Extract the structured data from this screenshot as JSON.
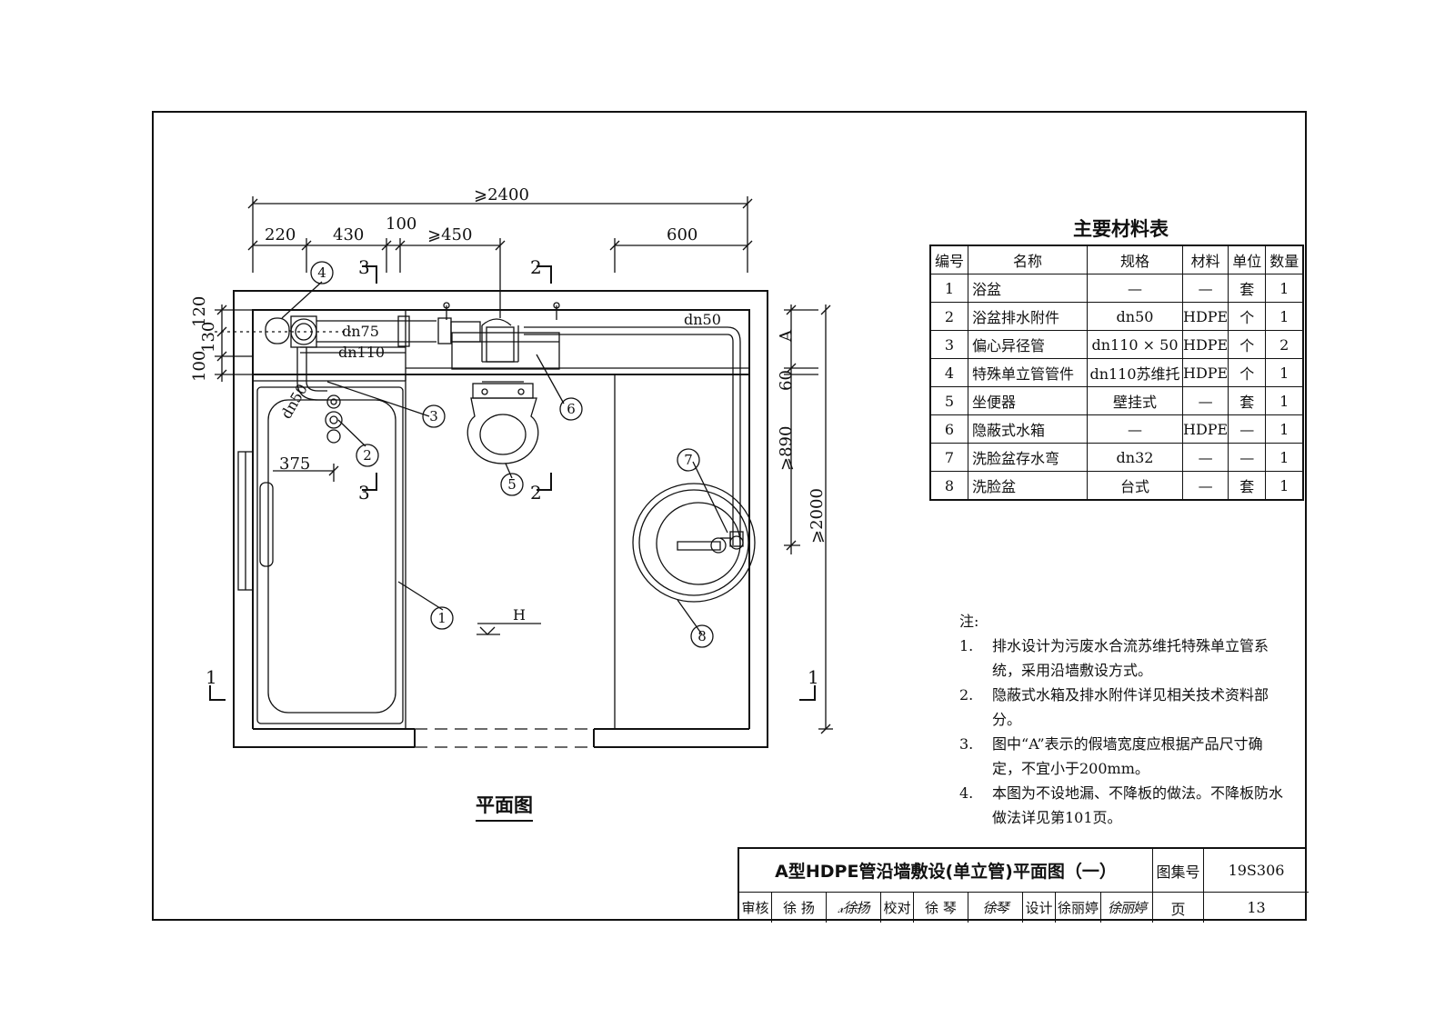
{
  "plan": {
    "dims": {
      "total": "⩾2400",
      "d220": "220",
      "d430": "430",
      "d100": "100",
      "d450": "⩾450",
      "d600": "600",
      "left120": "120",
      "left130": "130",
      "left100": "100",
      "d375": "375",
      "r60": "60",
      "r890": "⩾890",
      "r2000": "⩾2000",
      "rA": "A"
    },
    "pipes": {
      "dn75": "dn75",
      "dn110": "dn110",
      "dn50_top": "dn50",
      "dn50_left": "dn50"
    },
    "sections": {
      "s3": "3",
      "s2": "2",
      "s1": "1"
    },
    "level_mark": "H",
    "callouts": [
      "1",
      "2",
      "3",
      "4",
      "5",
      "6",
      "7",
      "8"
    ],
    "caption": "平面图"
  },
  "materials": {
    "title": "主要材料表",
    "headers": [
      "编号",
      "名称",
      "规格",
      "材料",
      "单位",
      "数量"
    ],
    "rows": [
      [
        "1",
        "浴盆",
        "—",
        "—",
        "套",
        "1"
      ],
      [
        "2",
        "浴盆排水附件",
        "dn50",
        "HDPE",
        "个",
        "1"
      ],
      [
        "3",
        "偏心异径管",
        "dn110 × 50",
        "HDPE",
        "个",
        "2"
      ],
      [
        "4",
        "特殊单立管管件",
        "dn110苏维托",
        "HDPE",
        "个",
        "1"
      ],
      [
        "5",
        "坐便器",
        "壁挂式",
        "—",
        "套",
        "1"
      ],
      [
        "6",
        "隐蔽式水箱",
        "—",
        "HDPE",
        "—",
        "1"
      ],
      [
        "7",
        "洗脸盆存水弯",
        "dn32",
        "—",
        "—",
        "1"
      ],
      [
        "8",
        "洗脸盆",
        "台式",
        "—",
        "套",
        "1"
      ]
    ]
  },
  "notes": {
    "heading": "注:",
    "items": [
      {
        "num": "1.",
        "text": "排水设计为污废水合流苏维托特殊单立管系统，采用沿墙敷设方式。"
      },
      {
        "num": "2.",
        "text": "隐蔽式水箱及排水附件详见相关技术资料部分。"
      },
      {
        "num": "3.",
        "text": "图中“A”表示的假墙宽度应根据产品尺寸确定，不宜小于200mm。"
      },
      {
        "num": "4.",
        "text": "本图为不设地漏、不降板的做法。不降板防水做法详见第101页。"
      }
    ]
  },
  "titleblock": {
    "title": "A型HDPE管沿墙敷设(单立管)平面图（一）",
    "atlas_label": "图集号",
    "atlas_no": "19S306",
    "page_label": "页",
    "page_no": "13",
    "review_label": "审核",
    "reviewer": "徐 扬",
    "reviewer_sig": "𝓍徐扬",
    "check_label": "校对",
    "checker": "徐 琴",
    "checker_sig": "徐琴",
    "design_label": "设计",
    "designer": "徐丽婷",
    "designer_sig": "徐丽婷"
  }
}
